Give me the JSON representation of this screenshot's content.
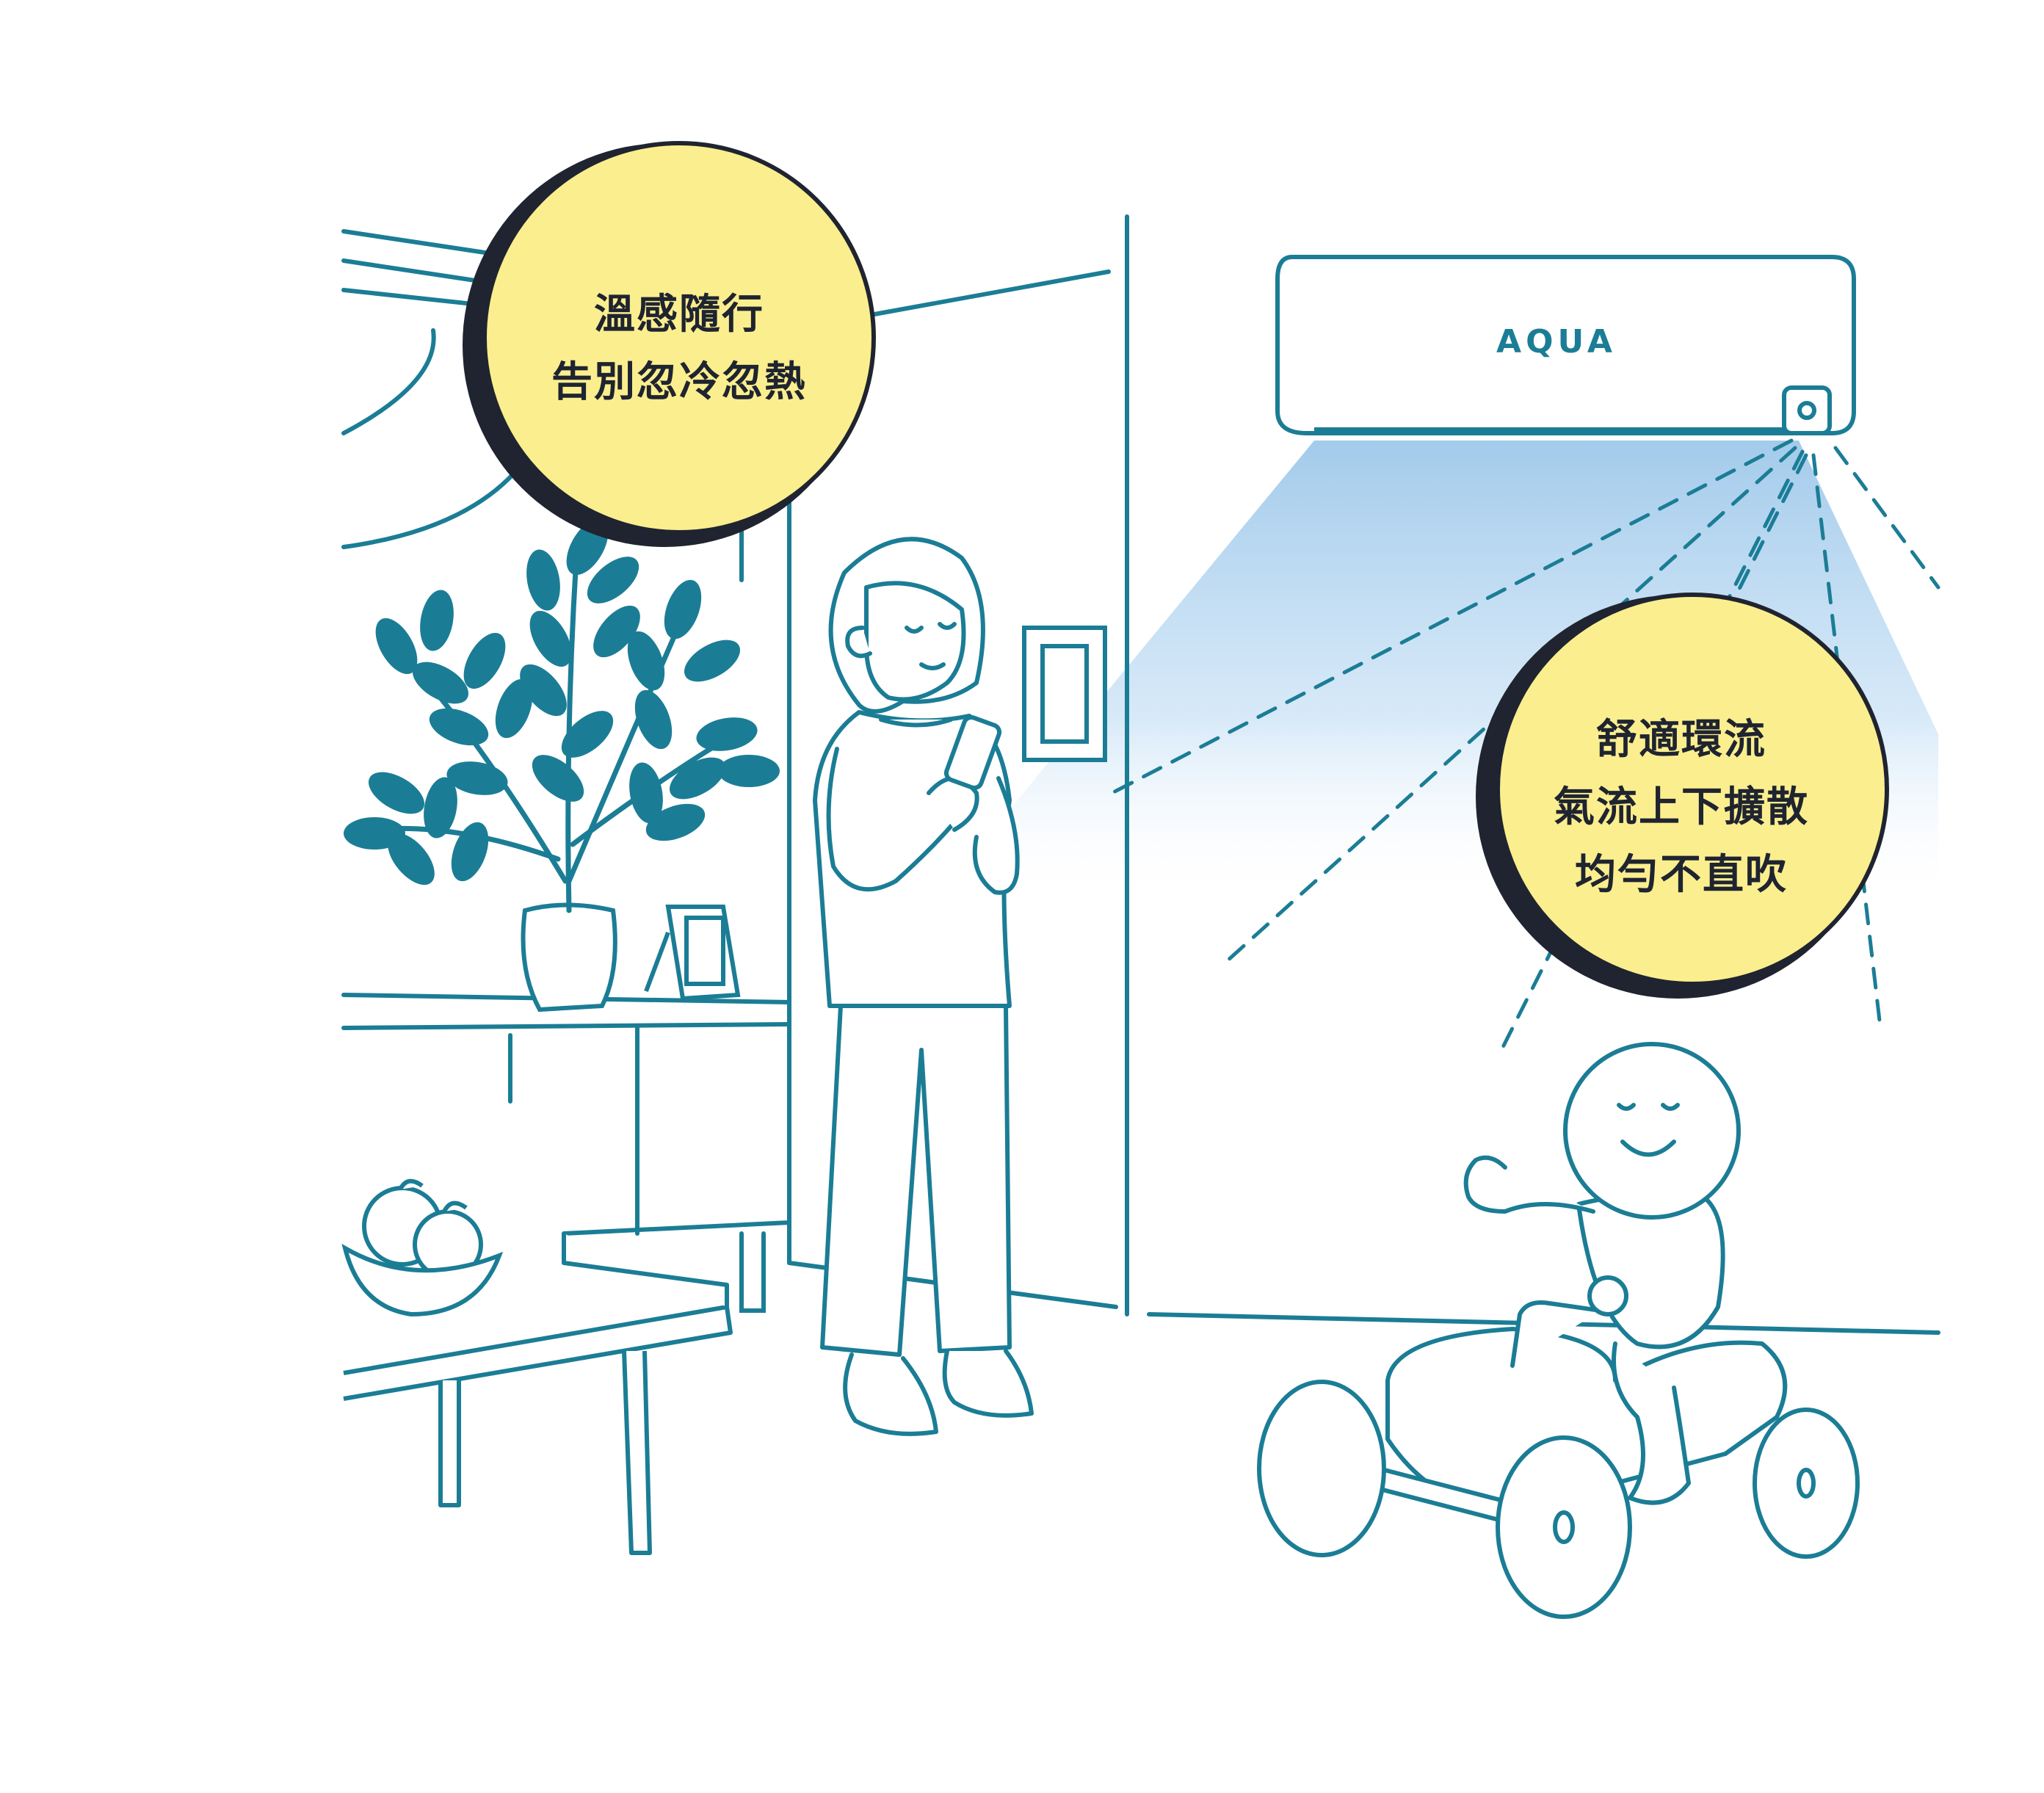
{
  "illustration": {
    "badge_left": {
      "lines": [
        "溫感隨行",
        "告別忽冷忽熱"
      ]
    },
    "badge_right": {
      "lines": [
        "舒適環流",
        "氣流上下擴散",
        "均勻不直吹"
      ]
    },
    "air_conditioner": {
      "brand": "AQUA"
    }
  },
  "colors": {
    "line": "#1b7d95",
    "leaf": "#1b7d95",
    "badge_fill": "#fbee8e",
    "badge_shadow": "#1f2430",
    "airflow": "#a8d1ee",
    "background": "#ffffff"
  },
  "icons": [
    "plant-icon",
    "phone-icon",
    "sensor-icon",
    "fruit-bowl-icon"
  ]
}
